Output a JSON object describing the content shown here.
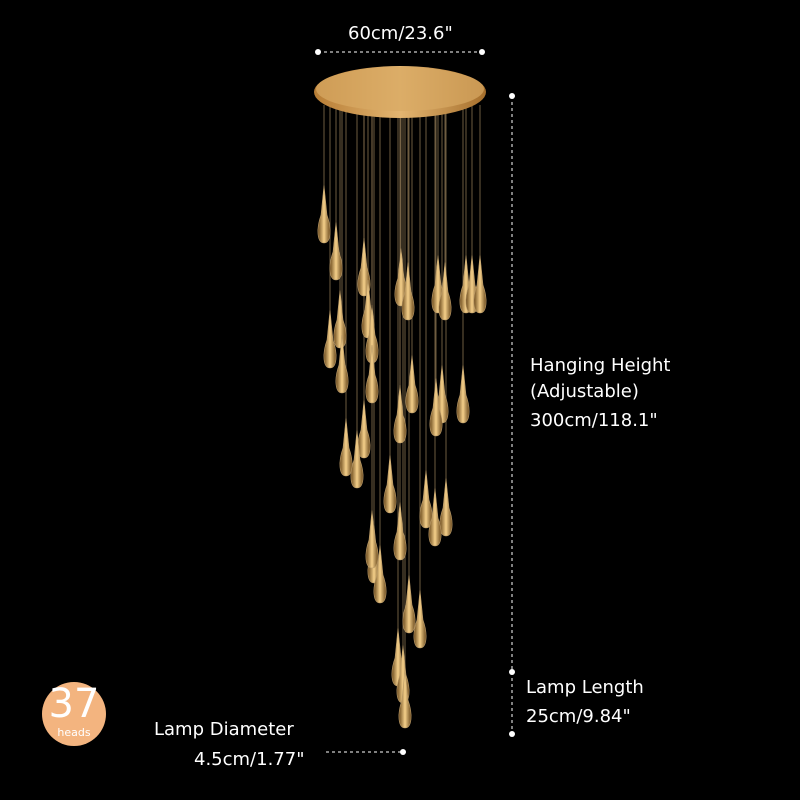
{
  "dimensions": {
    "canopy_width": "60cm/23.6\"",
    "hanging_height_label": "Hanging Height",
    "hanging_height_note": "(Adjustable)",
    "hanging_height_value": "300cm/118.1\"",
    "lamp_length_label": "Lamp Length",
    "lamp_length_value": "25cm/9.84\"",
    "lamp_diameter_label": "Lamp Diameter",
    "lamp_diameter_value": "4.5cm/1.77\""
  },
  "badge": {
    "count": "37",
    "unit": "heads"
  },
  "colors": {
    "badge": "#f3b47f",
    "brass": "#c9954a",
    "background": "#000000"
  }
}
